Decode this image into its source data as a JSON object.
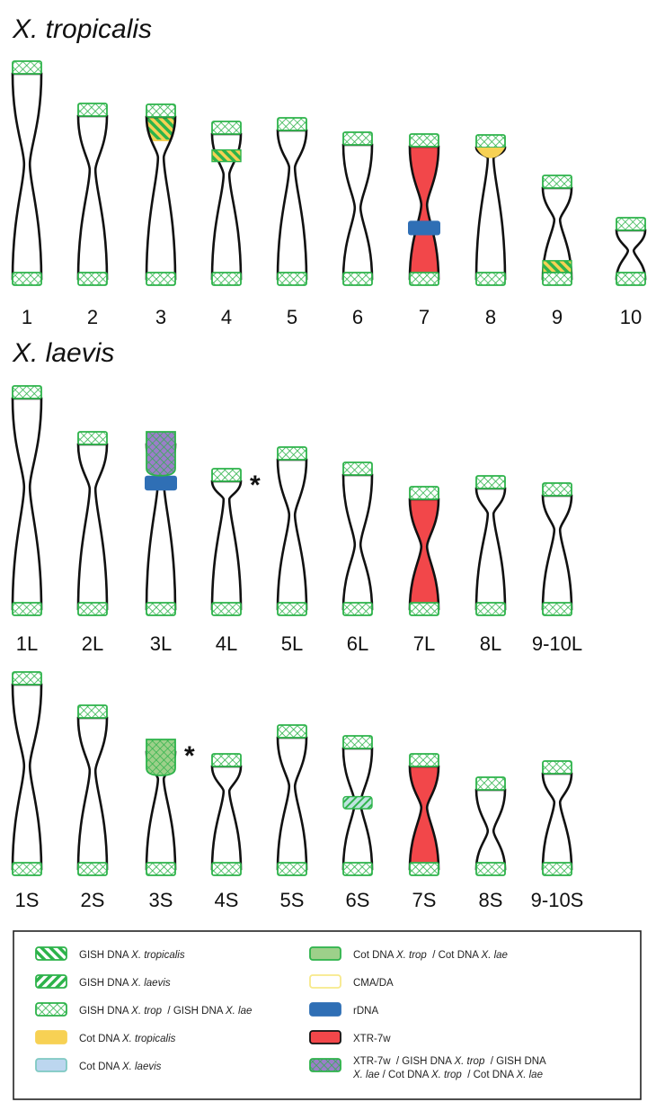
{
  "panels": [
    {
      "title": "X. tropicalis",
      "chromosomes": [
        {
          "label": "1",
          "centromere_position": 0.44,
          "telomere_top": "gish_trop_lae",
          "telomere_bottom": "gish_trop_lae",
          "bands": []
        },
        {
          "label": "2",
          "centromere_position": 0.33,
          "telomere_top": "gish_trop_lae",
          "telomere_bottom": "gish_trop_lae",
          "bands": []
        },
        {
          "label": "3",
          "centromere_position": 0.25,
          "telomere_top": "gish_trop_lae",
          "telomere_bottom": "gish_trop_lae",
          "bands": [
            {
              "kind": "cot_trop_cap",
              "from": 0.0,
              "to": 0.15
            },
            {
              "kind": "gish_trop",
              "from": 0.0,
              "to": 0.14
            }
          ]
        },
        {
          "label": "4",
          "centromere_position": 0.28,
          "telomere_top": "gish_trop_lae",
          "telomere_bottom": "gish_trop_lae",
          "bands": [
            {
              "kind": "gish_trop",
              "from": 0.11,
              "to": 0.19
            }
          ]
        },
        {
          "label": "5",
          "centromere_position": 0.25,
          "telomere_top": "gish_trop_lae",
          "telomere_bottom": "gish_trop_lae",
          "bands": []
        },
        {
          "label": "6",
          "centromere_position": 0.47,
          "telomere_top": "gish_trop_lae",
          "telomere_bottom": "gish_trop_lae",
          "bands": []
        },
        {
          "label": "7",
          "centromere_position": 0.44,
          "telomere_top": "gish_trop_lae",
          "telomere_bottom": "gish_trop_lae",
          "bands": [
            {
              "kind": "xtr7w",
              "from": 0.0,
              "to": 1.0
            },
            {
              "kind": "rdna",
              "from": 0.56,
              "to": 0.67
            }
          ]
        },
        {
          "label": "8",
          "centromere_position": 0.08,
          "telomere_top": "gish_trop_lae",
          "telomere_bottom": "gish_trop_lae",
          "bands": [
            {
              "kind": "cot_trop_cap",
              "from": 0.0,
              "to": 0.08
            }
          ]
        },
        {
          "label": "9",
          "centromere_position": 0.35,
          "telomere_top": "gish_trop_lae",
          "telomere_bottom": "gish_trop_lae",
          "bands": [
            {
              "kind": "gish_trop",
              "from": 0.8,
              "to": 0.93
            }
          ]
        },
        {
          "label": "10",
          "centromere_position": 0.42,
          "telomere_top": "gish_trop_lae",
          "telomere_bottom": "gish_trop_lae",
          "bands": []
        }
      ]
    },
    {
      "title": "X. laevis",
      "chromosomes": [
        {
          "label": "1L",
          "centromere_position": 0.42,
          "telomere_top": "gish_trop_lae",
          "telomere_bottom": "gish_trop_lae",
          "bands": []
        },
        {
          "label": "2L",
          "centromere_position": 0.27,
          "telomere_top": "gish_trop_lae",
          "telomere_bottom": "gish_trop_lae",
          "bands": []
        },
        {
          "label": "3L",
          "centromere_position": 0.22,
          "telomere_top": "all_probes",
          "telomere_bottom": "gish_trop_lae",
          "bands": [
            {
              "kind": "rdna",
              "from": 0.19,
              "to": 0.28
            }
          ]
        },
        {
          "label": "4L",
          "centromere_position": 0.14,
          "telomere_top": "gish_trop_lae",
          "telomere_bottom": "gish_trop_lae",
          "bands": [],
          "asterisk": true
        },
        {
          "label": "5L",
          "centromere_position": 0.37,
          "telomere_top": "gish_trop_lae",
          "telomere_bottom": "gish_trop_lae",
          "bands": []
        },
        {
          "label": "6L",
          "centromere_position": 0.52,
          "telomere_top": "gish_trop_lae",
          "telomere_bottom": "gish_trop_lae",
          "bands": []
        },
        {
          "label": "7L",
          "centromere_position": 0.43,
          "telomere_top": "gish_trop_lae",
          "telomere_bottom": "gish_trop_lae",
          "bands": [
            {
              "kind": "xtr7w",
              "from": 0.0,
              "to": 1.0
            }
          ]
        },
        {
          "label": "8L",
          "centromere_position": 0.21,
          "telomere_top": "gish_trop_lae",
          "telomere_bottom": "gish_trop_lae",
          "bands": []
        },
        {
          "label": "9-10L",
          "centromere_position": 0.3,
          "telomere_top": "gish_trop_lae",
          "telomere_bottom": "gish_trop_lae",
          "bands": []
        }
      ]
    },
    {
      "title": "",
      "chromosomes": [
        {
          "label": "1S",
          "centromere_position": 0.44,
          "telomere_top": "gish_trop_lae",
          "telomere_bottom": "gish_trop_lae",
          "bands": []
        },
        {
          "label": "2S",
          "centromere_position": 0.35,
          "telomere_top": "gish_trop_lae",
          "telomere_bottom": "gish_trop_lae",
          "bands": []
        },
        {
          "label": "3S",
          "centromere_position": 0.23,
          "telomere_top": "cot_trop_lae",
          "telomere_bottom": "gish_trop_lae",
          "bands": [],
          "asterisk": true
        },
        {
          "label": "4S",
          "centromere_position": 0.24,
          "telomere_top": "gish_trop_lae",
          "telomere_bottom": "gish_trop_lae",
          "bands": []
        },
        {
          "label": "5S",
          "centromere_position": 0.37,
          "telomere_top": "gish_trop_lae",
          "telomere_bottom": "gish_trop_lae",
          "bands": []
        },
        {
          "label": "6S",
          "centromere_position": 0.45,
          "telomere_top": "gish_trop_lae",
          "telomere_bottom": "gish_trop_lae",
          "bands": [
            {
              "kind": "cot_lae_gish",
              "from": 0.4,
              "to": 0.5
            }
          ]
        },
        {
          "label": "7S",
          "centromere_position": 0.4,
          "telomere_top": "gish_trop_lae",
          "telomere_bottom": "gish_trop_lae",
          "bands": [
            {
              "kind": "xtr7w",
              "from": 0.0,
              "to": 1.0
            }
          ]
        },
        {
          "label": "8S",
          "centromere_position": 0.52,
          "telomere_top": "gish_trop_lae",
          "telomere_bottom": "gish_trop_lae",
          "bands": []
        },
        {
          "label": "9-10S",
          "centromere_position": 0.3,
          "telomere_top": "gish_trop_lae",
          "telomere_bottom": "gish_trop_lae",
          "bands": []
        }
      ]
    }
  ],
  "legend": {
    "left": [
      {
        "swatch": "gish_trop",
        "parts": [
          {
            "t": "GISH DNA ",
            "i": false
          },
          {
            "t": "X. tropicalis",
            "i": true
          }
        ]
      },
      {
        "swatch": "gish_lae",
        "parts": [
          {
            "t": "GISH DNA ",
            "i": false
          },
          {
            "t": "X. laevis",
            "i": true
          }
        ]
      },
      {
        "swatch": "gish_trop_lae",
        "parts": [
          {
            "t": "GISH DNA ",
            "i": false
          },
          {
            "t": "X. trop",
            "i": true
          },
          {
            "t": "  / GISH DNA ",
            "i": false
          },
          {
            "t": "X. lae",
            "i": true
          }
        ]
      },
      {
        "swatch": "cot_trop",
        "parts": [
          {
            "t": "Cot DNA ",
            "i": false
          },
          {
            "t": "X. tropicalis",
            "i": true
          }
        ]
      },
      {
        "swatch": "cot_lae",
        "parts": [
          {
            "t": "Cot DNA ",
            "i": false
          },
          {
            "t": "X. laevis",
            "i": true
          }
        ]
      }
    ],
    "right": [
      {
        "swatch": "cot_trop_lae",
        "parts": [
          {
            "t": "Cot DNA ",
            "i": false
          },
          {
            "t": "X. trop",
            "i": true
          },
          {
            "t": "  / Cot DNA ",
            "i": false
          },
          {
            "t": "X. lae",
            "i": true
          }
        ]
      },
      {
        "swatch": "cma_da",
        "parts": [
          {
            "t": "CMA/DA",
            "i": false
          }
        ]
      },
      {
        "swatch": "rdna",
        "parts": [
          {
            "t": "rDNA",
            "i": false
          }
        ]
      },
      {
        "swatch": "xtr7w",
        "parts": [
          {
            "t": "XTR-7w",
            "i": false
          }
        ]
      },
      {
        "swatch": "all_probes",
        "parts": [
          {
            "t": "XTR-7w  / GISH DNA ",
            "i": false
          },
          {
            "t": "X. trop",
            "i": true
          },
          {
            "t": "  / GISH DNA",
            "i": false
          }
        ],
        "parts2": [
          {
            "t": "X. lae",
            "i": true
          },
          {
            "t": " / Cot DNA ",
            "i": false
          },
          {
            "t": "X. trop",
            "i": true
          },
          {
            "t": "  / Cot DNA ",
            "i": false
          },
          {
            "t": "X. lae",
            "i": true
          }
        ]
      }
    ]
  },
  "colors": {
    "outline": "#111111",
    "gish_green": "#2db34a",
    "cot_trop": "#f7d154",
    "cot_lae": "#bcd6ef",
    "cot_trop_lae": "#9dd08a",
    "cma_da": "#f7e98a",
    "rdna": "#2f6fb5",
    "xtr7w": "#f2474a",
    "all_probes": "#9b7ec9"
  }
}
